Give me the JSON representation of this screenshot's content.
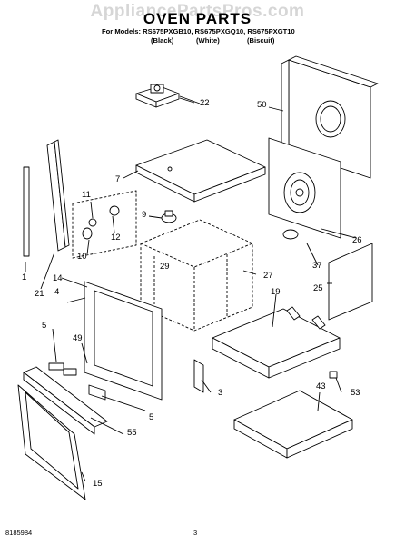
{
  "watermark": "AppliancePartsPros.com",
  "title": "OVEN PARTS",
  "models_line": "For Models: RS675PXGB10, RS675PXGQ10, RS675PXGT10",
  "finishes": [
    "(Black)",
    "(White)",
    "(Biscuit)"
  ],
  "part_numbers": [
    "22",
    "50",
    "7",
    "11",
    "9",
    "12",
    "10",
    "26",
    "29",
    "37",
    "27",
    "1",
    "14",
    "4",
    "21",
    "25",
    "19",
    "5",
    "49",
    "3",
    "43",
    "53",
    "5",
    "55",
    "15"
  ],
  "footer": {
    "doc_number": "8185984",
    "page": "3"
  },
  "colors": {
    "line": "#000000",
    "paper": "#ffffff",
    "watermark": "#d6d6d6"
  }
}
